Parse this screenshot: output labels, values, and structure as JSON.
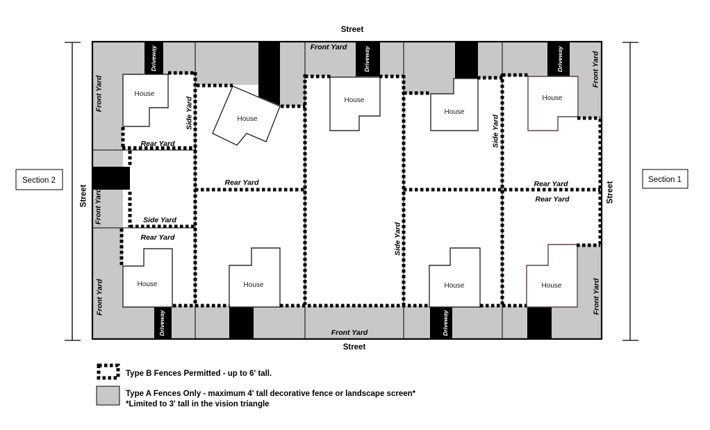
{
  "diagram": {
    "streets": {
      "top": "Street",
      "bottom": "Street",
      "left": "Street",
      "right": "Street"
    },
    "sections": {
      "left": "Section 2",
      "right": "Section 1"
    },
    "labels": {
      "front_yard": "Front Yard",
      "rear_yard": "Rear Yard",
      "side_yard": "Side Yard",
      "house": "House",
      "driveway": "Driveway"
    },
    "colors": {
      "type_a_fill": "#c8c8c8",
      "driveway_fill": "#000000",
      "fence_color": "#000000",
      "background": "#ffffff"
    }
  },
  "legend": {
    "items": [
      {
        "symbol": "type-b-dashed-square",
        "label": "Type B Fences Permitted - up to 6' tall."
      },
      {
        "symbol": "type-a-gray-square",
        "label": "Type A Fences Only - maximum 4' tall decorative fence or landscape screen*",
        "note": "*Limited to 3' tall in the vision triangle"
      }
    ]
  }
}
